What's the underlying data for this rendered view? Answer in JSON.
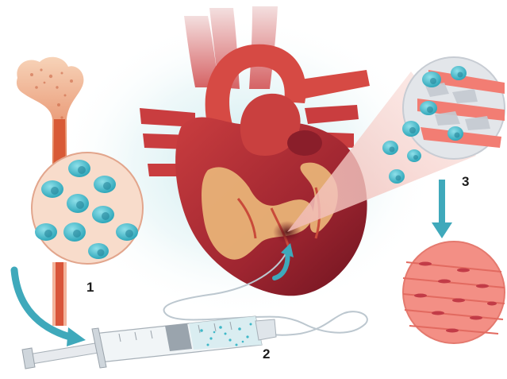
{
  "steps": [
    {
      "label": "1",
      "stage": "bone-marrow-stem-cells"
    },
    {
      "label": "2",
      "stage": "injection-into-heart"
    },
    {
      "label": "3",
      "stage": "stem-cells-integrate-into-muscle"
    }
  ],
  "colors": {
    "cell_fill": "#3fb8c8",
    "cell_nucleus": "#1f7f95",
    "arrow": "#3fa9bb",
    "heart_dark": "#8d1f2a",
    "heart_red": "#c73a3a",
    "fat_tissue": "#e8b277",
    "muscle_pink": "#f27d73",
    "bone_marrow": "#d66b43"
  },
  "icons": [
    "bone-illustration",
    "heart-illustration",
    "syringe-illustration",
    "muscle-tissue-illustration"
  ]
}
